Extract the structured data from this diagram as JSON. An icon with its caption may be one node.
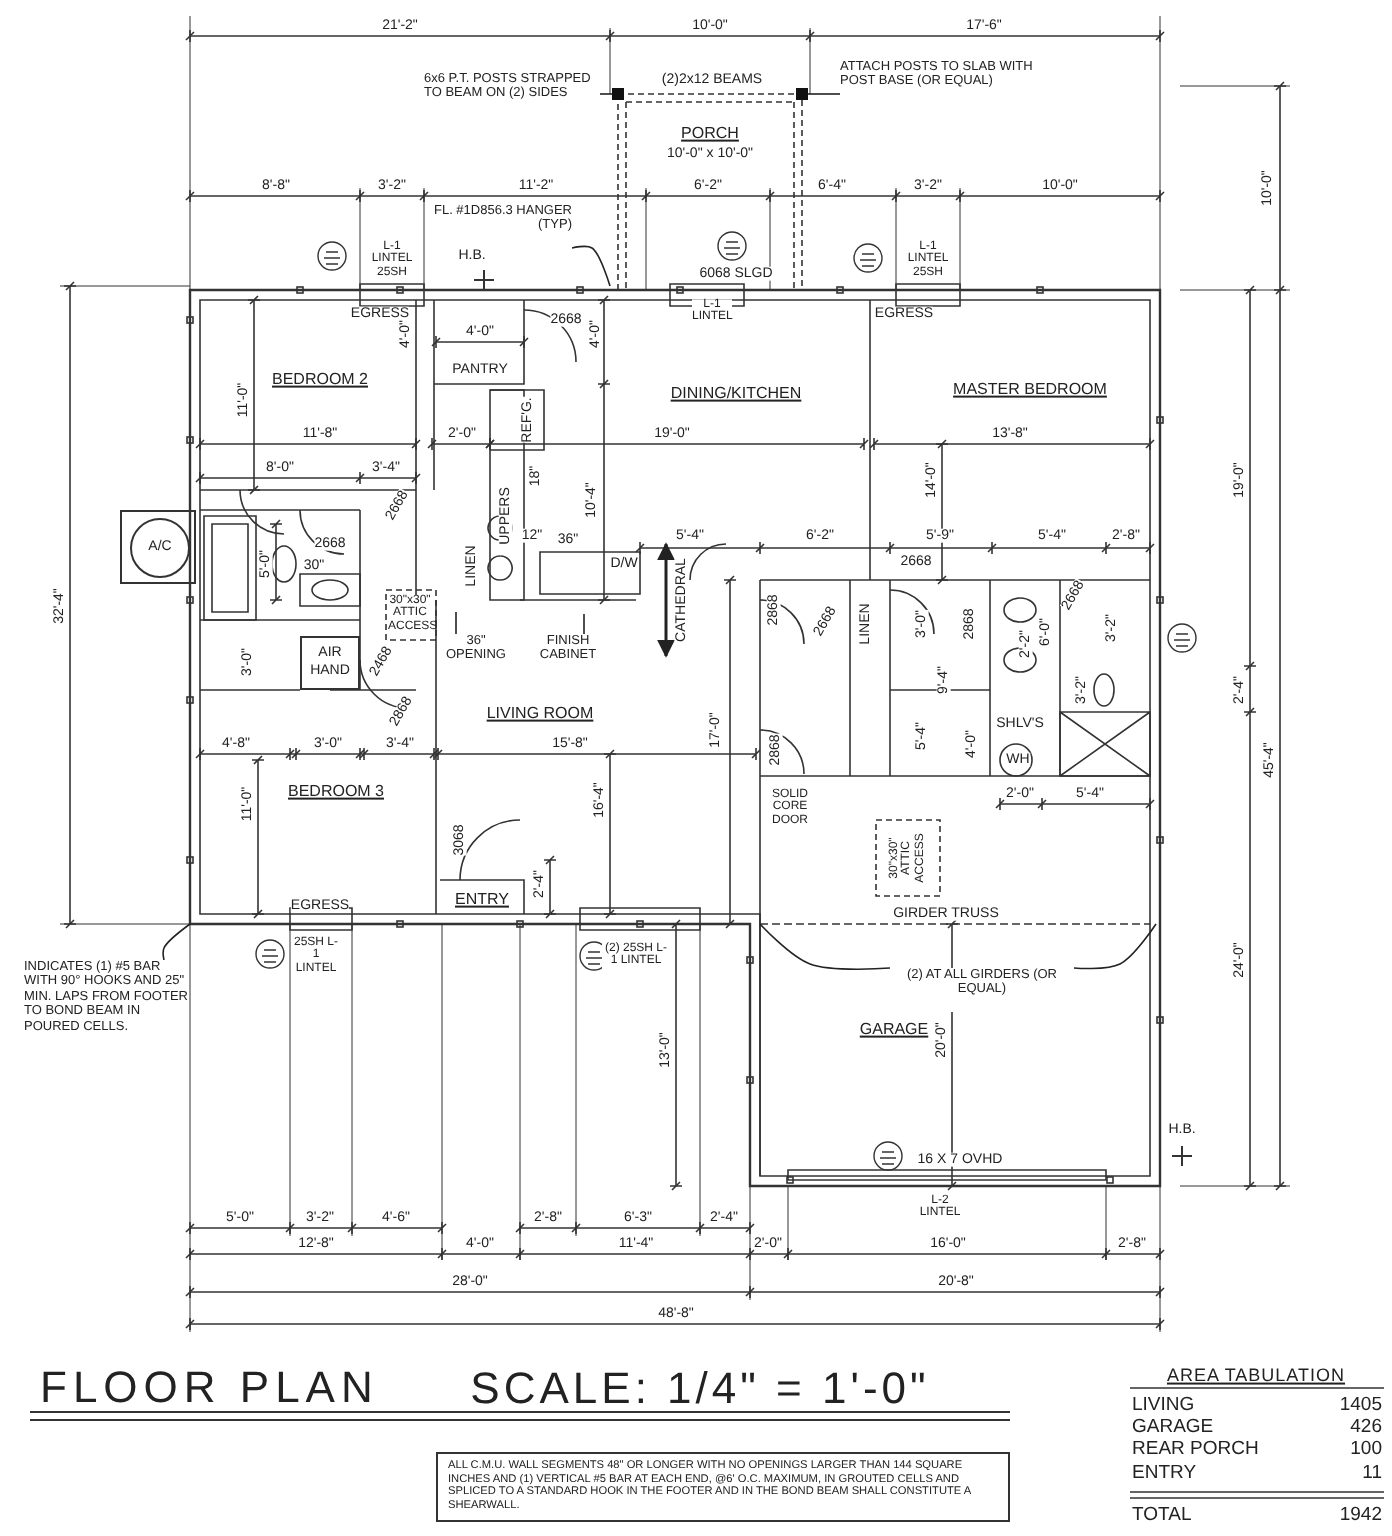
{
  "diagram": {
    "title": "FLOOR PLAN",
    "nodes": [
      {
        "text": [
          "6x6 P.T. POSTS STRAPPED TO BEAM ON (2) SIDES"
        ]
      },
      {
        "text": [],
        "shape": "box"
      },
      {
        "text": [
          "ATTACH POSTS TO SLAB WITH POST BASE (OR EQUAL)"
        ]
      },
      {
        "text": [],
        "shape": "box"
      },
      {
        "text": [
          "FL. #1D856.3 HANGER (TYP)"
        ]
      },
      {
        "text": [
          "(2) AT ALL GIRDERS (OR EQUAL)"
        ]
      },
      {
        "text": [
          "INDICATES (1) #5 BAR WITH 90° HOOKS AND 25\" MIN. LAPS FROM FOOTER TO BOND BEAM IN POURED CELLS."
        ]
      },
      {
        "text": [
          "36\" OPENING"
        ]
      },
      {
        "text": [
          "FINISH CABINET"
        ]
      },
      {
        "text": [
          "A/C"
        ]
      },
      {
        "text": [
          "AIR HAND"
        ]
      },
      {
        "text": [
          "ALL C.M.U. WALL SEGMENTS 48\" OR LONGER WITH NO OPENINGS LARGER THAN 144 SQUARE INCHES AND (1) VERTICAL #5 BAR AT EACH END, @6' O.C. MAXIMUM, IN GROUTED CELLS AND SPLICED TO A STANDARD HOOK IN THE FOOTER AND IN THE BOND BEAM SHALL CONSTITUTE A SHEARWALL."
        ]
      }
    ],
    "edges": [
      {
        "from": 0,
        "to": 1,
        "arrow": "none"
      },
      {
        "from": 2,
        "to": 3,
        "arrow": "none"
      },
      {
        "from": 4,
        "to": null,
        "arrow": "none"
      },
      {
        "from": 5,
        "to": null,
        "arrow": "none"
      },
      {
        "from": 5,
        "to": null,
        "arrow": "none"
      },
      {
        "from": 6,
        "to": null,
        "arrow": "none"
      },
      {
        "from": 7,
        "to": null,
        "arrow": "none"
      },
      {
        "from": 8,
        "to": null,
        "arrow": "none"
      }
    ],
    "labels": [
      "21'-2\"",
      "10'-0\"",
      "17'-6\"",
      "(2)2x12 BEAMS",
      "PORCH",
      "10'-0\" x 10'-0\"",
      "8'-8\"",
      "3'-2\"",
      "11'-2\"",
      "6'-2\"",
      "6'-4\"",
      "3'-2\"",
      "10'-0\"",
      "10'-0\"",
      "H.B.",
      "L-1 LINTEL 25SH",
      "6068 SLGD",
      "L-1 LINTEL 25SH",
      "L-1 LINTEL",
      "EGRESS",
      "EGRESS",
      "2668",
      "4'-0\"",
      "4'-0\"",
      "4'-0\"",
      "PANTRY",
      "BEDROOM 2",
      "DINING/KITCHEN",
      "MASTER BEDROOM",
      "11'-0\"",
      "REF'G.",
      "11'-8\"",
      "2'-0\"",
      "19'-0\"",
      "13'-8\"",
      "8'-0\"",
      "3'-4\"",
      "18\"",
      "UPPERS",
      "10'-4\"",
      "14'-0\"",
      "2668",
      "2668",
      "LINEN",
      "12\"",
      "36\"",
      "D/W",
      "5'-4\"",
      "6'-2\"",
      "5'-9\"",
      "5'-4\"",
      "2'-8\"",
      "CATHEDRAL",
      "5'-0\"",
      "30\"",
      "30\"x30\" ATTIC ACCESS",
      "3'-0\"",
      "2468",
      "2868",
      "LIVING ROOM",
      "4'-8\"",
      "3'-0\"",
      "3'-4\"",
      "15'-8\"",
      "BEDROOM 3",
      "11'-0\"",
      "16'-4\"",
      "3068",
      "2'-4\"",
      "ENTRY",
      "EGRESS",
      "25SH L-1 LINTEL",
      "(2) 25SH L-1 LINTEL",
      "2868",
      "2668",
      "LINEN",
      "2668",
      "3'-0\"",
      "2868",
      "2'-2\"",
      "6'-0\"",
      "2668",
      "3'-2\"",
      "17'-0\"",
      "2868",
      "5'-4\"",
      "9'-4\"",
      "4'-0\"",
      "SHLV'S",
      "WH",
      "3'-2\"",
      "2'-0\"",
      "5'-4\"",
      "SOLID CORE DOOR",
      "30\"x30\" ATTIC ACCESS",
      "19'-0\"",
      "2'-4\"",
      "45'-4\"",
      "24'-0\"",
      "32'-4\"",
      "GIRDER TRUSS",
      "13'-0\"",
      "GARAGE",
      "20'-0\"",
      "16 X 7 OVHD",
      "L-2 LINTEL",
      "H.B.",
      "5'-0\"",
      "3'-2\"",
      "4'-6\"",
      "2'-8\"",
      "6'-3\"",
      "2'-4\"",
      "12'-8\"",
      "4'-0\"",
      "11'-4\"",
      "2'-0\"",
      "16'-0\"",
      "2'-8\"",
      "28'-0\"",
      "20'-8\"",
      "48'-8\"",
      "SCALE: 1/4\" = 1'-0\"",
      "AREA TABULATION",
      "LIVING",
      "1405",
      "GARAGE",
      "426",
      "REAR PORCH",
      "100",
      "ENTRY",
      "11",
      "TOTAL",
      "1942"
    ]
  }
}
